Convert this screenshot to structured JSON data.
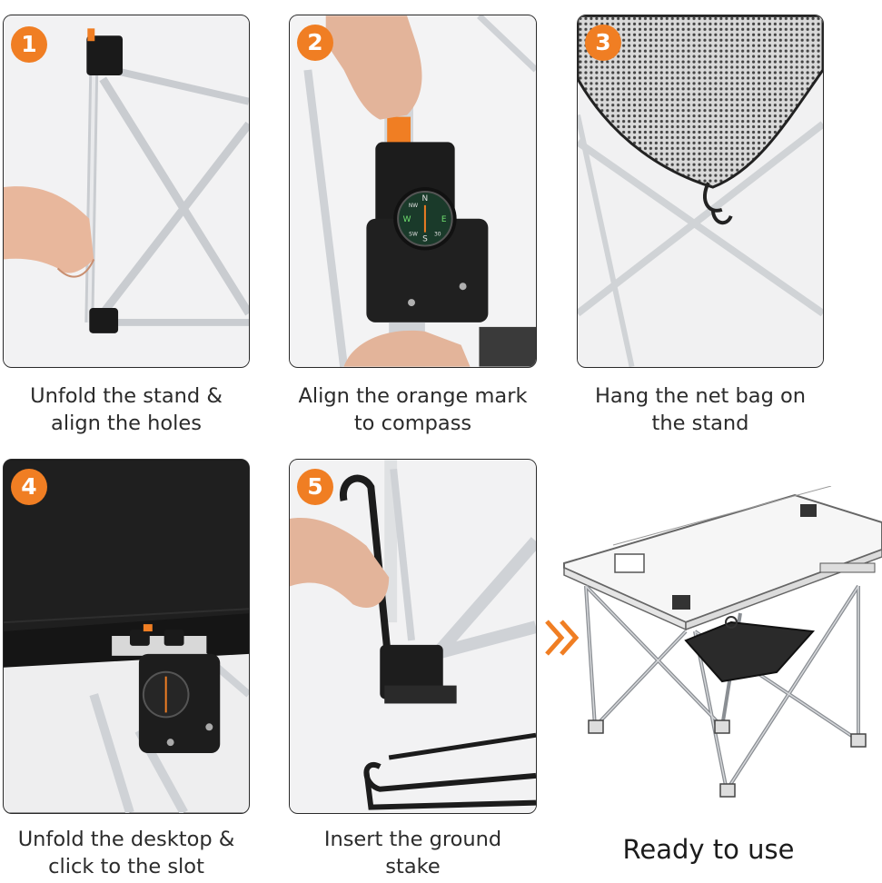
{
  "steps": [
    {
      "number": "1",
      "caption_line1": "Unfold the stand &",
      "caption_line2": "align the holes"
    },
    {
      "number": "2",
      "caption_line1": "Align the orange mark",
      "caption_line2": "to compass"
    },
    {
      "number": "3",
      "caption_line1": "Hang the net bag on",
      "caption_line2": "the stand"
    },
    {
      "number": "4",
      "caption_line1": "Unfold the desktop &",
      "caption_line2": "click to the slot"
    },
    {
      "number": "5",
      "caption_line1": "Insert the ground",
      "caption_line2": "stake"
    }
  ],
  "final": {
    "caption": "Ready to use"
  },
  "compass": {
    "n": "N",
    "s": "S",
    "e": "E",
    "w": "W",
    "nw": "NW",
    "sw": "SW",
    "nine": "30"
  },
  "colors": {
    "accent": "#f07e23",
    "frame": "#cfd2d6",
    "black_part": "#1a1a1a"
  }
}
